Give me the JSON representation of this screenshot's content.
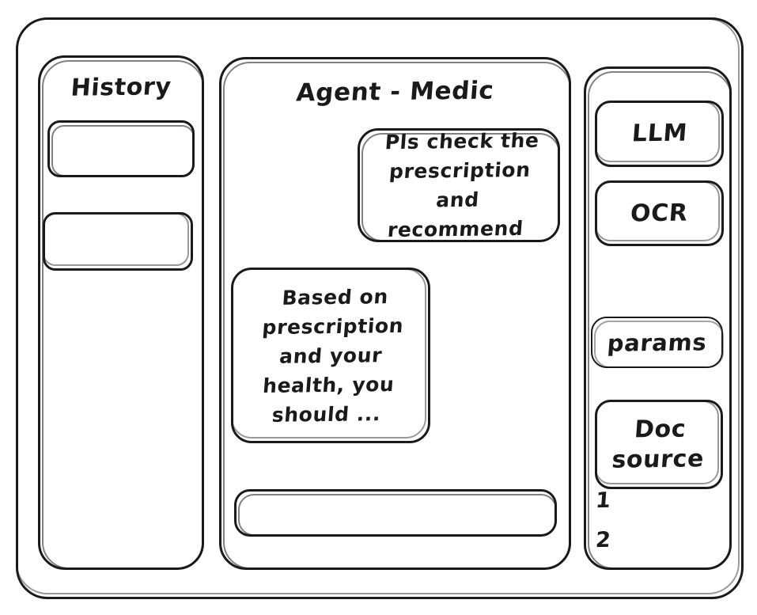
{
  "window": {
    "frame_name": "app-window"
  },
  "sidebar": {
    "title": "History",
    "items": [
      {
        "label": ""
      },
      {
        "label": ""
      }
    ]
  },
  "main": {
    "title": "Agent - Medic",
    "messages": [
      {
        "role": "user",
        "text": "Pls check the\nprescription\nand recommend"
      },
      {
        "role": "assistant",
        "text": "Based on\nprescription\nand your\nhealth, you\nshould ..."
      }
    ],
    "composer": {
      "value": "",
      "placeholder": ""
    }
  },
  "tools": {
    "buttons": [
      {
        "label": "LLM"
      },
      {
        "label": "OCR"
      },
      {
        "label": "params"
      },
      {
        "label": "Doc\nsource"
      }
    ],
    "doc_source_items": [
      {
        "marker": "1"
      },
      {
        "marker": "2"
      }
    ]
  },
  "colors": {
    "ink": "#1a1a1a",
    "paper": "#ffffff"
  }
}
